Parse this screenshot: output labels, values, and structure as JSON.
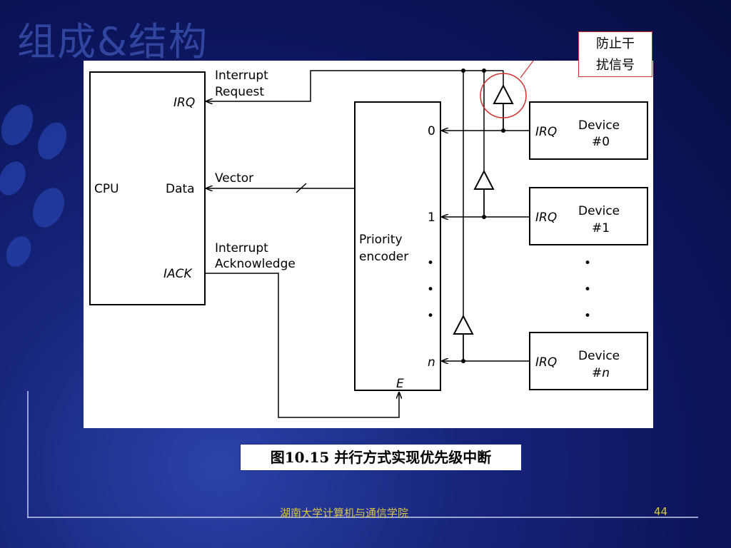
{
  "slide": {
    "deco_title": "组成&结构",
    "callout_line1": "防止干",
    "callout_line2": "扰信号",
    "caption": "图10.15  并行方式实现优先级中断",
    "footer": "湖南大学计算机与通信学院",
    "page_number": "44"
  },
  "diagram": {
    "cpu_label": "CPU",
    "cpu_irq": "IRQ",
    "cpu_data": "Data",
    "cpu_iack": "IACK",
    "interrupt_request_line1": "Interrupt",
    "interrupt_request_line2": "Request",
    "vector_label": "Vector",
    "interrupt_ack_line1": "Interrupt",
    "interrupt_ack_line2": "Acknowledge",
    "encoder_line1": "Priority",
    "encoder_line2": "encoder",
    "encoder_in0": "0",
    "encoder_in1": "1",
    "encoder_inn": "n",
    "encoder_enable": "E",
    "dots": "•",
    "devices": [
      {
        "irq": "IRQ",
        "line1": "Device",
        "line2": "#0"
      },
      {
        "irq": "IRQ",
        "line1": "Device",
        "line2": "#1"
      },
      {
        "irq": "IRQ",
        "line1": "Device",
        "line2": "#n"
      }
    ]
  },
  "colors": {
    "background": "#0b1459",
    "callout_border": "#d03030",
    "footer_text": "#d9c34a"
  }
}
